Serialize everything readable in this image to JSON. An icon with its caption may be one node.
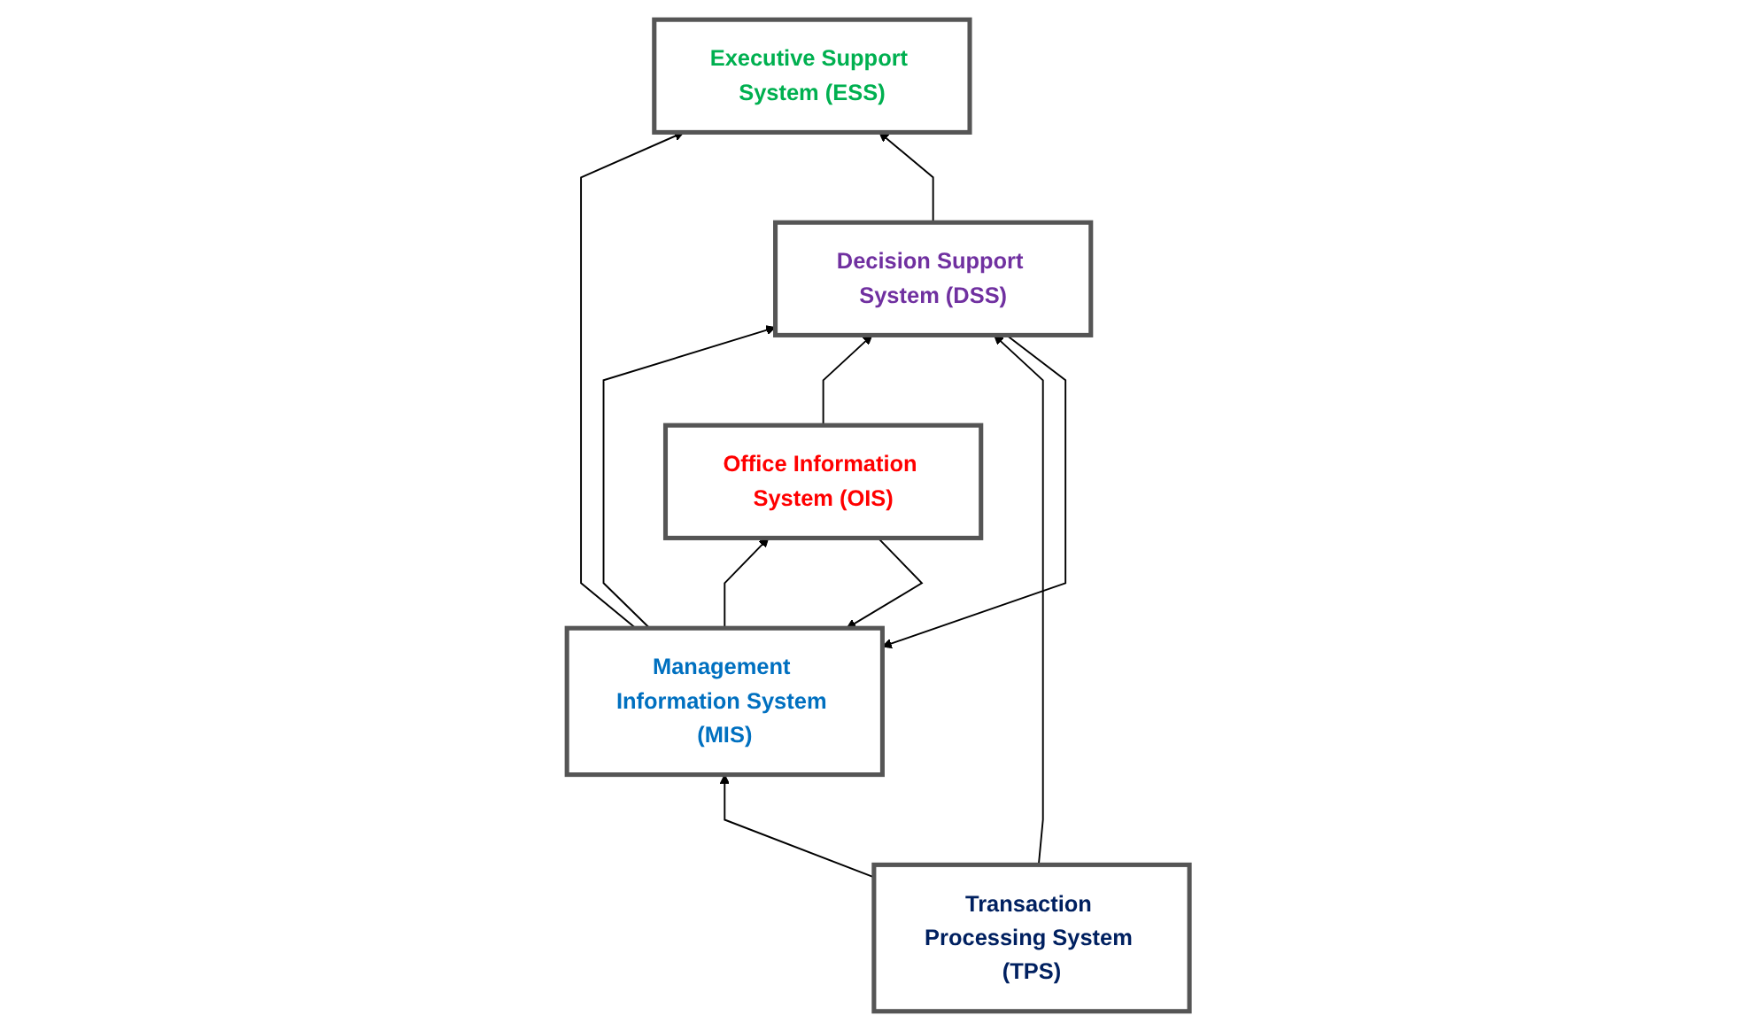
{
  "diagram": {
    "nodes": [
      {
        "text": [
          "Executive Support System (ESS)"
        ]
      },
      {
        "text": [
          "Management Information System (MIS)"
        ]
      },
      {
        "text": [
          "Decision Support System (DSS)"
        ]
      },
      {
        "text": [
          "Office Information System (OIS)"
        ]
      },
      {
        "text": [
          "Transaction Processing System (TPS)"
        ]
      }
    ],
    "edges": [
      {
        "from": 1,
        "to": 0,
        "arrow": "to"
      },
      {
        "from": 2,
        "to": 0,
        "arrow": "to"
      },
      {
        "from": 2,
        "to": 1,
        "arrow": "to"
      },
      {
        "from": 1,
        "to": 2,
        "arrow": "to"
      },
      {
        "from": 3,
        "to": 1,
        "arrow": "to"
      },
      {
        "from": 1,
        "to": 3,
        "arrow": "to"
      },
      {
        "from": 3,
        "to": 2,
        "arrow": "to"
      },
      {
        "from": 4,
        "to": 1,
        "arrow": "to"
      },
      {
        "from": 4,
        "to": 2,
        "arrow": "to"
      }
    ]
  }
}
